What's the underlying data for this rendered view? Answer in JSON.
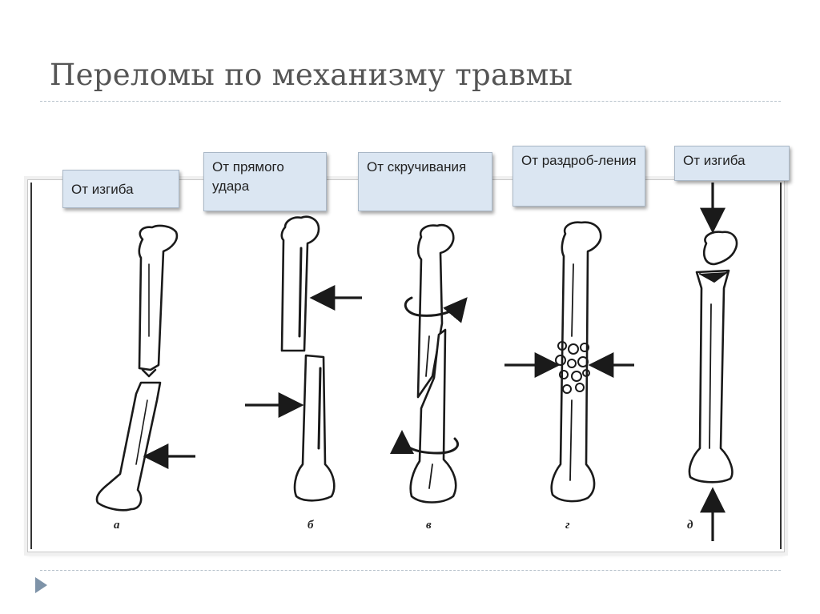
{
  "slide": {
    "title": "Переломы по механизму травмы"
  },
  "labels": [
    {
      "id": "a",
      "text": "От изгиба"
    },
    {
      "id": "b",
      "text": "От прямого удара"
    },
    {
      "id": "v",
      "text": "От скручивания"
    },
    {
      "id": "g",
      "text": "От раздроб-ления"
    },
    {
      "id": "d",
      "text": "От изгиба"
    }
  ],
  "figure_letters": [
    "а",
    "б",
    "в",
    "г",
    "д"
  ],
  "icons": {
    "nav": "triangle-right-icon"
  },
  "colors": {
    "title": "#555555",
    "label_fill": "#dbe6f2",
    "label_border": "#a9b7c6",
    "ink": "#1a1a1a",
    "nav": "#7e93a8"
  }
}
